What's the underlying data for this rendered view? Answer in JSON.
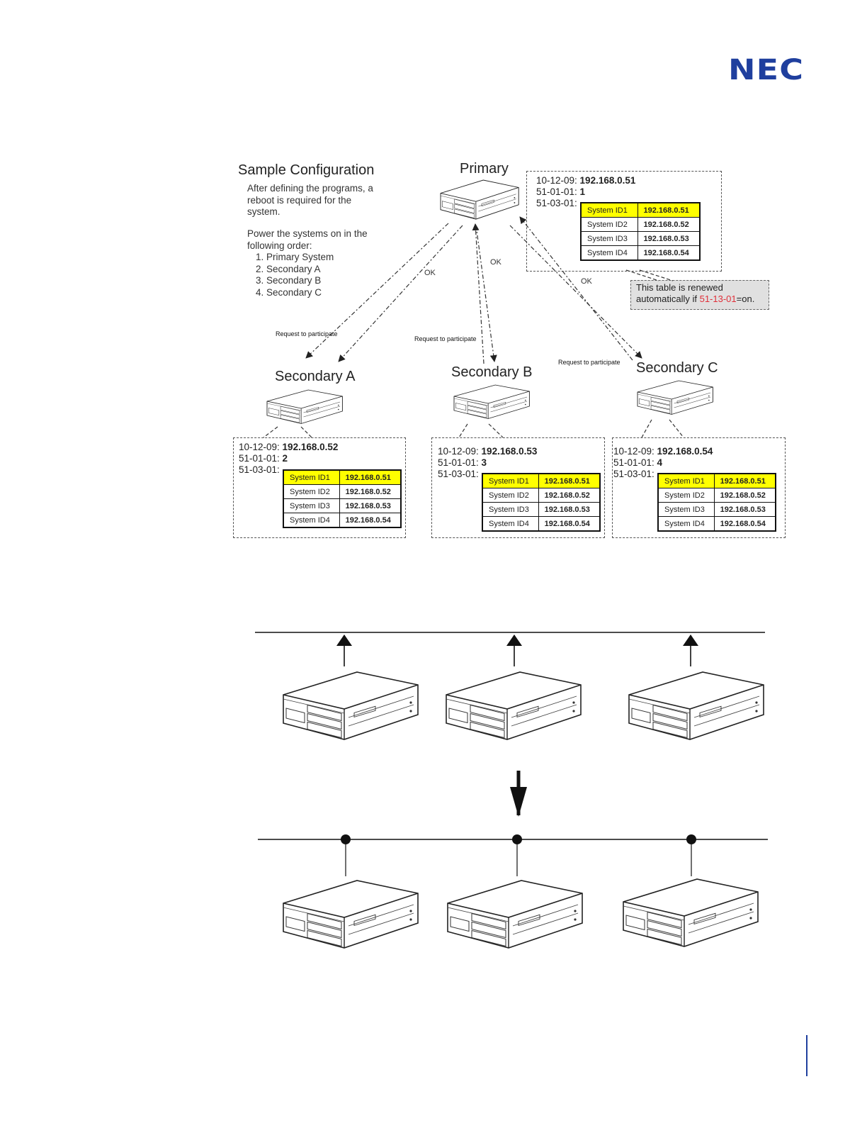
{
  "logo": "NEC",
  "sample": {
    "title": "Sample Configuration",
    "note1": "After defining the programs, a reboot is required for the system.",
    "note2": "Power the systems on in the following order:",
    "order": [
      "1. Primary System",
      "2. Secondary  A",
      "3. Secondary  B",
      "4. Secondary  C"
    ]
  },
  "labels": {
    "primary": "Primary",
    "secondary_a": "Secondary A",
    "secondary_b": "Secondary B",
    "secondary_c": "Secondary C",
    "ok": "OK",
    "request": "Request to participate"
  },
  "renew_note": {
    "line1": "This table is renewed",
    "line2_prefix": "automatically if ",
    "line2_code": "51-13-01",
    "line2_suffix": "=on."
  },
  "program_keys": {
    "ip": "10-12-09: ",
    "sysno": "51-01-01: ",
    "table": "51-03-01:"
  },
  "systems": {
    "primary": {
      "ip": "192.168.0.51",
      "sysno": "1"
    },
    "secondary_a": {
      "ip": "192.168.0.52",
      "sysno": "2"
    },
    "secondary_b": {
      "ip": "192.168.0.53",
      "sysno": "3"
    },
    "secondary_c": {
      "ip": "192.168.0.54",
      "sysno": "4"
    }
  },
  "id_table": [
    {
      "id": "System ID1",
      "ip": "192.168.0.51"
    },
    {
      "id": "System ID2",
      "ip": "192.168.0.52"
    },
    {
      "id": "System ID3",
      "ip": "192.168.0.53"
    },
    {
      "id": "System ID4",
      "ip": "192.168.0.54"
    }
  ],
  "colors": {
    "logo": "#1f3f9e",
    "highlight": "#ffff00",
    "red_code": "#e0303a",
    "note_bg": "#e0e0e0"
  }
}
